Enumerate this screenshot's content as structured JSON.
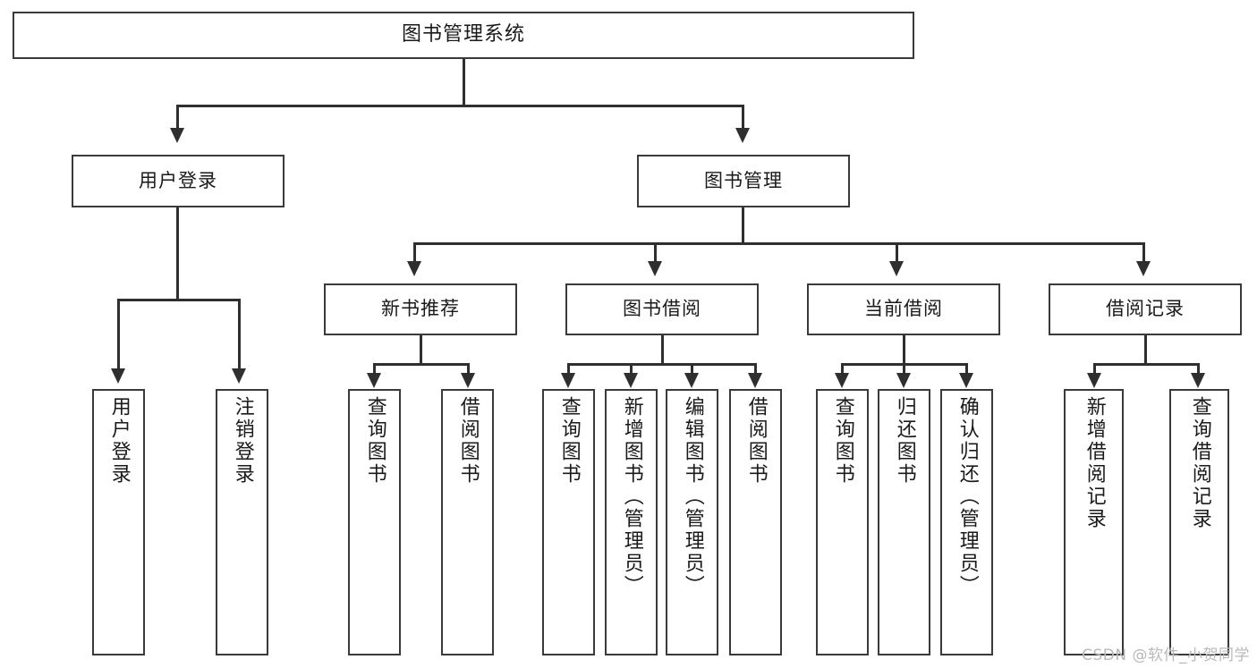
{
  "diagram": {
    "title": "图书管理系统",
    "type": "tree-hierarchy",
    "watermark": "CSDN @软件_小贺同学",
    "root": {
      "label": "图书管理系统"
    },
    "level2": [
      {
        "label": "用户登录"
      },
      {
        "label": "图书管理"
      }
    ],
    "level3": [
      {
        "label": "新书推荐"
      },
      {
        "label": "图书借阅"
      },
      {
        "label": "当前借阅"
      },
      {
        "label": "借阅记录"
      }
    ],
    "leaves": {
      "user_login": [
        {
          "label": "用户登录"
        },
        {
          "label": "注销登录"
        }
      ],
      "new_book_recommend": [
        {
          "label": "查询图书"
        },
        {
          "label": "借阅图书"
        }
      ],
      "book_borrow": [
        {
          "label": "查询图书"
        },
        {
          "label": "新增图书（管理员）"
        },
        {
          "label": "编辑图书（管理员）"
        },
        {
          "label": "借阅图书"
        }
      ],
      "current_borrow": [
        {
          "label": "查询图书"
        },
        {
          "label": "归还图书"
        },
        {
          "label": "确认归还（管理员）"
        }
      ],
      "borrow_record": [
        {
          "label": "新增借阅记录"
        },
        {
          "label": "查询借阅记录"
        }
      ]
    },
    "colors": {
      "box_border": "#3a3a3a",
      "connector": "#2f2f2f",
      "background": "#ffffff",
      "text": "#1a1a1a",
      "watermark": "#b9b9b9"
    }
  }
}
